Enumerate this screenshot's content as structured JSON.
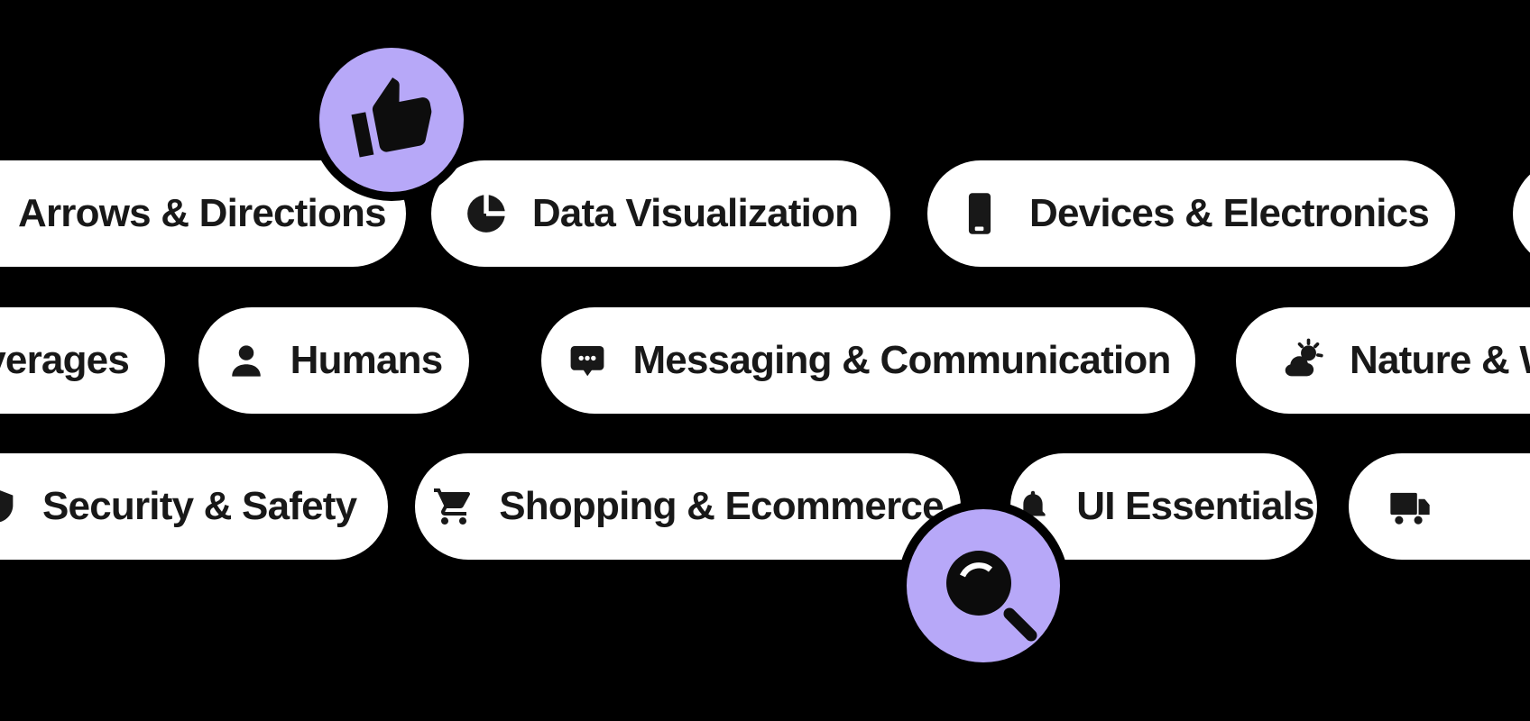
{
  "theme": {
    "background": "#000000",
    "pill_background": "#ffffff",
    "text_color": "#181818",
    "icon_color": "#181818",
    "accent_purple": "#b7a8f8"
  },
  "categories": [
    {
      "label": "Arrows & Directions",
      "icon": "none"
    },
    {
      "label": "Data Visualization",
      "icon": "pie-chart"
    },
    {
      "label": "Devices & Electronics",
      "icon": "smartphone"
    },
    {
      "label": "",
      "icon": "none"
    },
    {
      "label": "Food & Beverages",
      "icon": "none"
    },
    {
      "label": "Humans",
      "icon": "person"
    },
    {
      "label": "Messaging & Communication",
      "icon": "chat-bubble"
    },
    {
      "label": "Nature & Weather",
      "icon": "sun-cloud"
    },
    {
      "label": "Security & Safety",
      "icon": "shield"
    },
    {
      "label": "Shopping & Ecommerce",
      "icon": "shopping-cart"
    },
    {
      "label": "UI Essentials",
      "icon": "bell"
    },
    {
      "label": "",
      "icon": "delivery-truck"
    }
  ],
  "floating_badges": [
    {
      "icon": "thumbs-up"
    },
    {
      "icon": "search"
    }
  ]
}
